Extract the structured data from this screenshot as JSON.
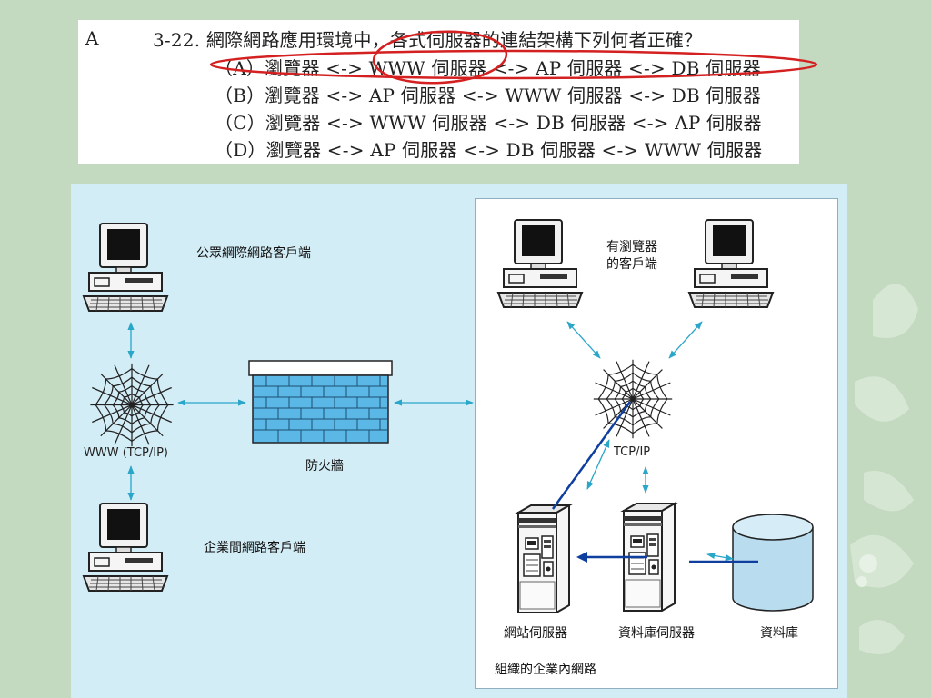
{
  "question": {
    "answer": "A",
    "stem": "3-22. 網際網路應用環境中，各式伺服器的連結架構下列何者正確？",
    "options": [
      "（A）瀏覽器 <-> WWW 伺服器 <-> AP 伺服器 <-> DB 伺服器",
      "（B）瀏覽器 <-> AP 伺服器 <-> WWW 伺服器 <-> DB 伺服器",
      "（C）瀏覽器 <-> WWW 伺服器 <-> DB 伺服器 <-> AP 伺服器",
      "（D）瀏覽器 <-> AP 伺服器 <-> DB 伺服器 <-> WWW 伺服器"
    ],
    "highlight_color": "#d42020"
  },
  "diagram": {
    "public_client_label": "公眾網際網路客戶端",
    "www_label": "WWW (TCP/IP)",
    "extranet_client_label": "企業間網路客戶端",
    "firewall_label": "防火牆",
    "browser_clients_label_line1": "有瀏覽器",
    "browser_clients_label_line2": "的客戶端",
    "tcpip_label": "TCP/IP",
    "web_server_label": "網站伺服器",
    "db_server_label": "資料庫伺服器",
    "database_label": "資料庫",
    "intranet_label": "組織的企業內網路",
    "colors": {
      "arrow": "#2aa6c9",
      "link": "#0f3f9e",
      "firewall_fill": "#5ab7e6",
      "database_fill": "#b9dcef"
    }
  }
}
